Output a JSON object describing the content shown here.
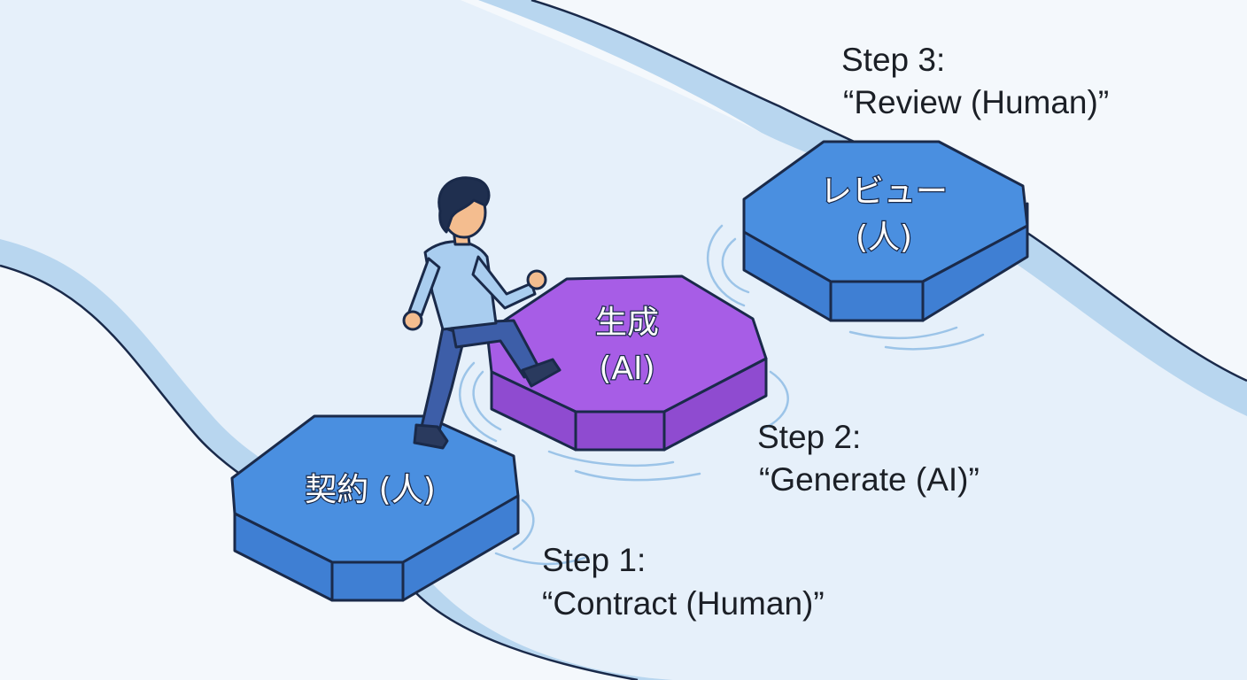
{
  "steps": [
    {
      "id": "contract",
      "stone_label": "契約 (人)",
      "caption_line1": "Step 1:",
      "caption_line2": "“Contract (Human)”",
      "color": "#4a8fe0"
    },
    {
      "id": "generate",
      "stone_label_line1": "生成",
      "stone_label_line2": "(AI)",
      "caption_line1": "Step 2:",
      "caption_line2": "“Generate (AI)”",
      "color": "#a75de6"
    },
    {
      "id": "review",
      "stone_label_line1": "レビュー",
      "stone_label_line2": "(人)",
      "caption_line1": "Step 3:",
      "caption_line2": "“Review (Human)”",
      "color": "#4a8fe0"
    }
  ],
  "colors": {
    "river": "#e6f0fa",
    "river_bank": "#b8d6ef",
    "outline": "#1a2a4a",
    "blue_stone_top": "#4a8fe0",
    "blue_stone_side": "#3f7fd3",
    "purple_stone_top": "#a75de6",
    "purple_stone_side": "#8f4bd0",
    "person_shirt": "#a9cdef",
    "person_pants": "#3d5ea8",
    "person_hair": "#1f2f4f",
    "person_skin": "#f4bd8f"
  }
}
